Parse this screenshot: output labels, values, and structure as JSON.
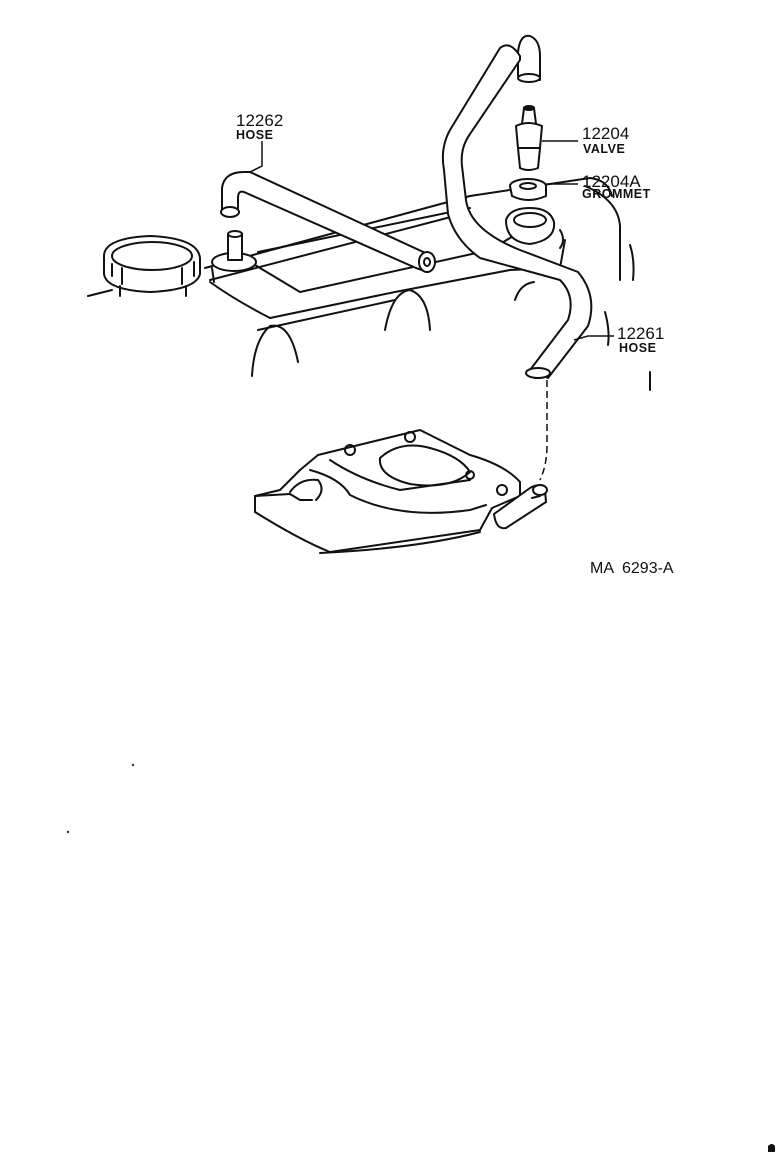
{
  "diagram": {
    "code": "MA  6293-A",
    "callouts": [
      {
        "number": "12262",
        "name": "HOSE"
      },
      {
        "number": "12204",
        "name": "VALVE"
      },
      {
        "number": "12204A",
        "name": "GROMMET"
      },
      {
        "number": "12261",
        "name": "HOSE"
      }
    ]
  }
}
